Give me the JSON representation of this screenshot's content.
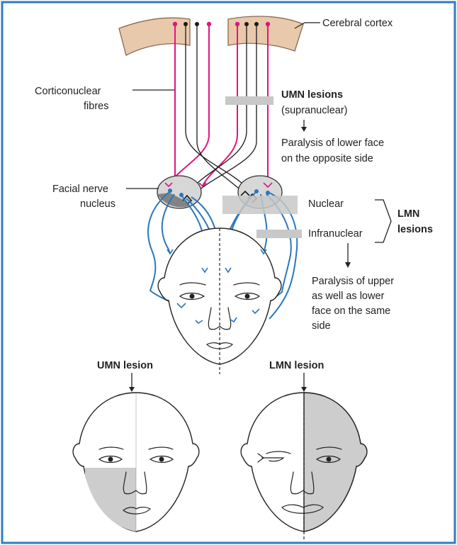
{
  "colors": {
    "frame": "#2f7dc1",
    "cortex": "#e9c9ab",
    "magenta_fibre": "#e0157f",
    "black_fibre": "#1a1a1a",
    "lmn_fibre": "#2a77bd",
    "lesion_bar": "#c8c8c8",
    "paralysed_area": "#cdcdcd",
    "nucleus_fill": "#d7d7d7",
    "nucleus_dark": "#7a7a7a"
  },
  "labels": {
    "cerebral_cortex": "Cerebral cortex",
    "corticonuclear_line1": "Corticonuclear",
    "corticonuclear_line2": "fibres",
    "umn_lesions_title": "UMN lesions",
    "umn_lesions_sub": "(supranuclear)",
    "umn_effect_line1": "Paralysis of lower face",
    "umn_effect_line2": "on the opposite side",
    "facial_nucleus_line1": "Facial nerve",
    "facial_nucleus_line2": "nucleus",
    "nuclear": "Nuclear",
    "infranuclear": "Infranuclear",
    "lmn_lesions_line1": "LMN",
    "lmn_lesions_line2": "lesions",
    "lmn_effect_line1": "Paralysis of upper",
    "lmn_effect_line2": "as well as lower",
    "lmn_effect_line3": "face on the same",
    "lmn_effect_line4": "side",
    "umn_lesion": "UMN lesion",
    "lmn_lesion": "LMN lesion"
  }
}
